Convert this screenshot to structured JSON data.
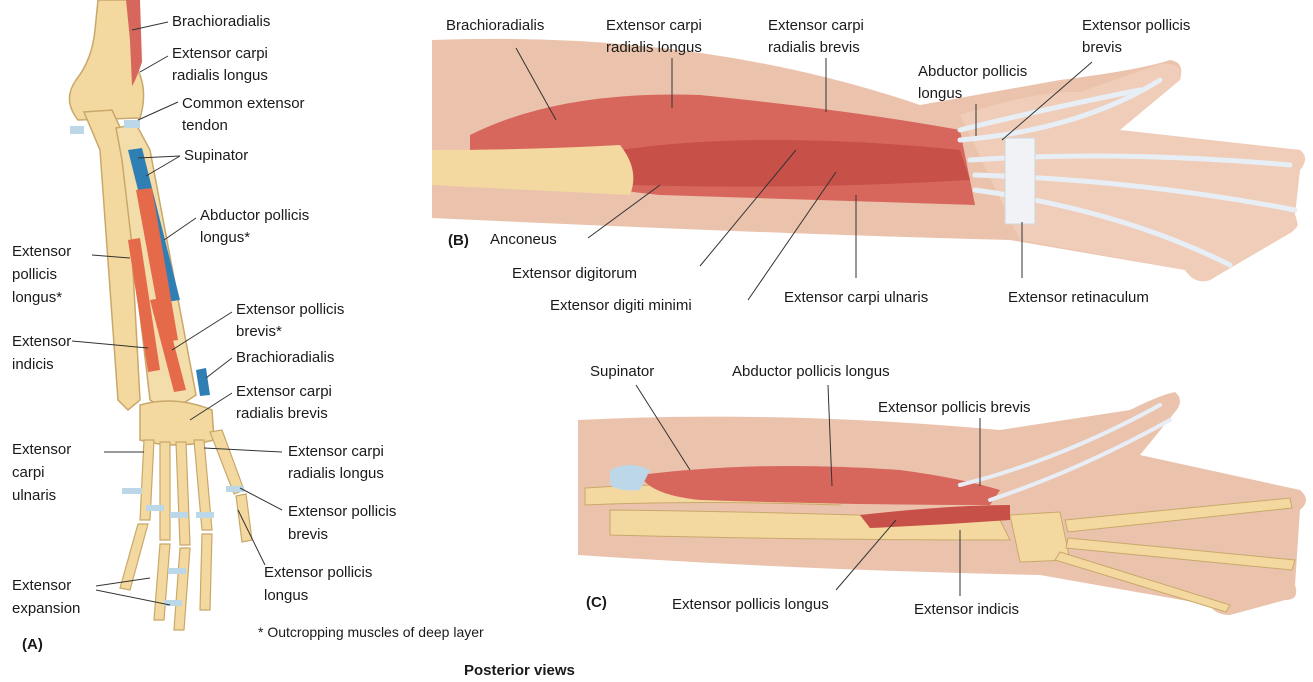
{
  "panels": {
    "a": {
      "letter": "(A)",
      "labels": {
        "brachioradialis_top": "Brachioradialis",
        "ecrl_1": "Extensor carpi",
        "ecrl_2": "radialis longus",
        "common_1": "Common extensor",
        "common_2": "tendon",
        "supinator": "Supinator",
        "apl_1": "Abductor pollicis",
        "apl_2": "longus*",
        "epl_1": "Extensor",
        "epl_2": "pollicis",
        "epl_3": "longus*",
        "epb_1": "Extensor pollicis",
        "epb_2": "brevis*",
        "ei_1": "Extensor",
        "ei_2": "indicis",
        "brachioradialis_low": "Brachioradialis",
        "ecrb_1": "Extensor carpi",
        "ecrb_2": "radialis brevis",
        "ecu_1": "Extensor",
        "ecu_2": "carpi",
        "ecu_3": "ulnaris",
        "ecrl_low_1": "Extensor carpi",
        "ecrl_low_2": "radialis longus",
        "epb_low_1": "Extensor pollicis",
        "epb_low_2": "brevis",
        "epl_low_1": "Extensor pollicis",
        "epl_low_2": "longus",
        "exp_1": "Extensor",
        "exp_2": "expansion"
      }
    },
    "b": {
      "letter": "(B)",
      "labels": {
        "brachioradialis": "Brachioradialis",
        "ecrl_1": "Extensor carpi",
        "ecrl_2": "radialis longus",
        "ecrb_1": "Extensor carpi",
        "ecrb_2": "radialis brevis",
        "apl_1": "Abductor pollicis",
        "apl_2": "longus",
        "epb_1": "Extensor pollicis",
        "epb_2": "brevis",
        "anconeus": "Anconeus",
        "ed": "Extensor digitorum",
        "edm": "Extensor digiti minimi",
        "ecu": "Extensor carpi ulnaris",
        "retinaculum": "Extensor retinaculum"
      }
    },
    "c": {
      "letter": "(C)",
      "labels": {
        "supinator": "Supinator",
        "apl": "Abductor pollicis longus",
        "epb": "Extensor pollicis brevis",
        "epl": "Extensor pollicis longus",
        "ei": "Extensor indicis"
      }
    }
  },
  "footnote": "* Outcropping muscles of deep layer",
  "caption": "Posterior views",
  "colors": {
    "skin": "#ebc3ad",
    "muscle": "#d7675d",
    "bone": "#f3d9a0",
    "tendon": "#e8eef5",
    "supinator": "#2f7fb5",
    "leader": "#333333"
  }
}
